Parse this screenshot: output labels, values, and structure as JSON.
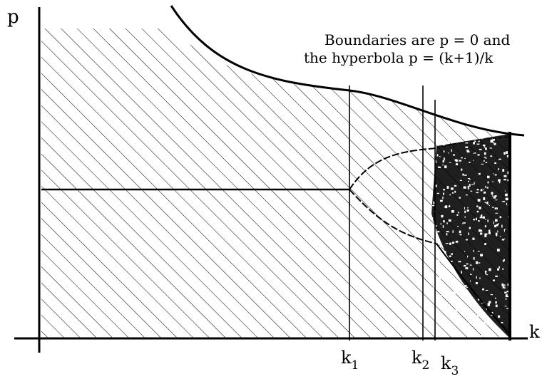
{
  "axes": {
    "y_label": "p",
    "x_label": "k"
  },
  "annotation": {
    "line1": "Boundaries are p = 0 and",
    "line2": "the hyperbola p = (k+1)/k"
  },
  "markers": [
    {
      "base": "k",
      "sub": "1"
    },
    {
      "base": "k",
      "sub": "2"
    },
    {
      "base": "k",
      "sub": "3"
    }
  ],
  "colors": {
    "ink": "#000000",
    "paper": "#ffffff"
  }
}
